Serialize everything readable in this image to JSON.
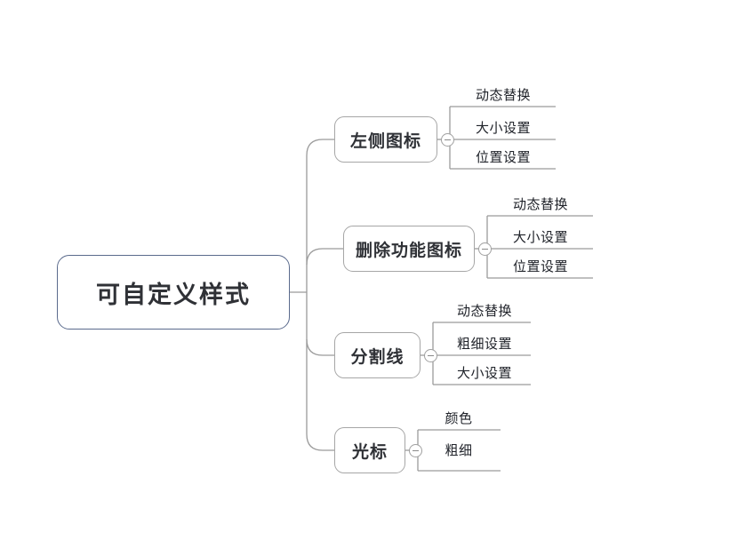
{
  "diagram": {
    "title": "可自定义样式",
    "type": "mindmap",
    "background_color": "#ffffff",
    "root": {
      "label": "可自定义样式",
      "border_color": "#5a6a8c",
      "text_color": "#2f3136"
    },
    "branch_border_color": "#a6a6a6",
    "connector_color": "#9a9a9a",
    "toggle_icon": "collapse-minus-icon",
    "branches": [
      {
        "label": "左侧图标",
        "children": [
          {
            "label": "动态替换"
          },
          {
            "label": "大小设置"
          },
          {
            "label": "位置设置"
          }
        ]
      },
      {
        "label": "删除功能图标",
        "children": [
          {
            "label": "动态替换"
          },
          {
            "label": "大小设置"
          },
          {
            "label": "位置设置"
          }
        ]
      },
      {
        "label": "分割线",
        "children": [
          {
            "label": "动态替换"
          },
          {
            "label": "粗细设置"
          },
          {
            "label": "大小设置"
          }
        ]
      },
      {
        "label": "光标",
        "children": [
          {
            "label": "颜色"
          },
          {
            "label": "粗细"
          }
        ]
      }
    ]
  }
}
